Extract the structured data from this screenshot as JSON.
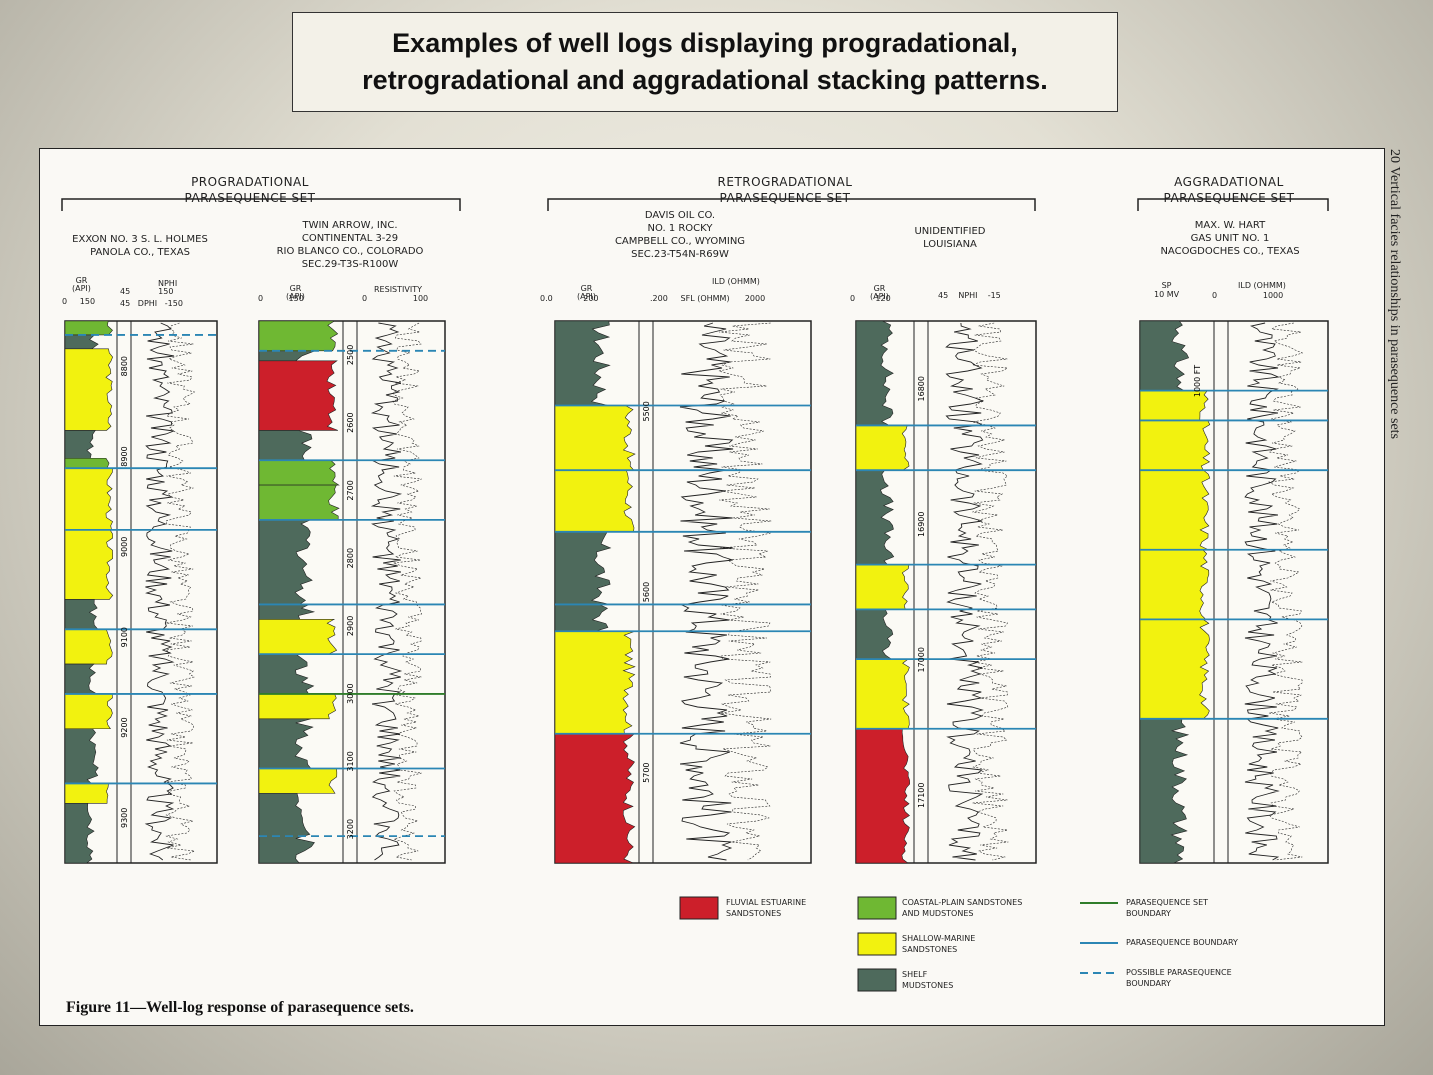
{
  "slide": {
    "title_line1": "Examples of well logs displaying progradational,",
    "title_line2": "retrogradational and aggradational stacking patterns."
  },
  "figure": {
    "caption": "Figure 11—Well-log response of parasequence sets.",
    "page_number": "20",
    "side_title": "Vertical facies relationships in parasequence sets",
    "groups": {
      "prograd_1": "PROGRADATIONAL",
      "prograd_2": "PARASEQUENCE SET",
      "retro_1": "RETROGRADATIONAL",
      "retro_2": "PARASEQUENCE SET",
      "aggrad_1": "AGGRADATIONAL",
      "aggrad_2": "PARASEQUENCE SET"
    },
    "wells": {
      "w1": "EXXON NO. 3 S. L. HOLMES\nPANOLA CO., TEXAS",
      "w2": "TWIN ARROW, INC.\nCONTINENTAL 3-29\nRIO BLANCO CO., COLORADO\nSEC.29-T3S-R100W",
      "w3": "DAVIS OIL CO.\nNO. 1 ROCKY\nCAMPBELL CO., WYOMING\nSEC.23-T54N-R69W",
      "w4": "UNIDENTIFIED\nLOUISIANA",
      "w5": "MAX. W. HART\nGAS UNIT NO. 1\nNACOGDOCHES CO., TEXAS"
    },
    "scales": {
      "w1_gr": "GR\n(API)",
      "w1_gr_range": "0     150",
      "w1_nphi": "NPHI",
      "w1_nphi_range": "45           150",
      "w1_dphi": "45   DPHI   -150",
      "w2_gr": "GR\n(API)",
      "w2_gr_range": "0          150",
      "w2_res": "RESISTIVITY",
      "w2_res_range": "0                  100",
      "w3_gr": "GR\n(API)",
      "w3_gr_range": "0.0            200",
      "w3_ild": "ILD (OHMM)",
      "w3_sfl": ".200     SFL (OHMM)      2000",
      "w4_gr": "GR\n(API)",
      "w4_gr_range": "0        120",
      "w4_nphi": "45    NPHI    -15",
      "w5_sp": "SP\n10 MV",
      "w5_ild": "ILD (OHMM)",
      "w5_ild_range": "0                  1000"
    },
    "depths": {
      "w1": [
        "8800",
        "8900",
        "9000",
        "9100",
        "9200",
        "9300"
      ],
      "w2": [
        "2500",
        "2600",
        "2700",
        "2800",
        "2900",
        "3000",
        "3100",
        "3200"
      ],
      "w3": [
        "5500",
        "5600",
        "5700"
      ],
      "w4": [
        "16800",
        "16900",
        "17000",
        "17100"
      ],
      "w5_scale": "1000 FT"
    },
    "legend": {
      "fluvial": "FLUVIAL ESTUARINE\nSANDSTONES",
      "coastal": "COASTAL-PLAIN SANDSTONES\nAND MUDSTONES",
      "shallow": "SHALLOW-MARINE\nSANDSTONES",
      "shelf": "SHELF\nMUDSTONES",
      "ps_set": "PARASEQUENCE SET\nBOUNDARY",
      "ps": "PARASEQUENCE BOUNDARY",
      "possible": "POSSIBLE PARASEQUENCE\nBOUNDARY"
    },
    "colors": {
      "fluvial": "#cc1f2a",
      "coastal": "#6fb833",
      "shallow": "#f2f20f",
      "shelf": "#4e6a5c",
      "ps_set": "#2f7d2a",
      "ps": "#2b86b4"
    }
  }
}
